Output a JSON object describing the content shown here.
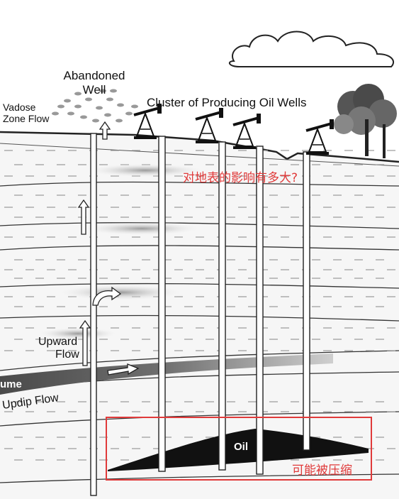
{
  "labels": {
    "abandoned_well_line1": "Abandoned",
    "abandoned_well_line2": "Well",
    "vadose_line1": "Vadose",
    "vadose_line2": "Zone Flow",
    "cluster": "Cluster of Producing Oil Wells",
    "upward_line1": "Upward",
    "upward_line2": "Flow",
    "plume": "ume",
    "updip": "Updip Flow",
    "oil": "Oil"
  },
  "annotations": {
    "surface_question": "对地表的影响有多大?",
    "compress_note": "可能被压缩"
  },
  "colors": {
    "annotation_red": "#e03a3a",
    "oil_black": "#111111",
    "plume_gray": "#6a6a6a"
  },
  "icons": [
    "cloud-icon",
    "tree-icon",
    "pumpjack-icon"
  ]
}
